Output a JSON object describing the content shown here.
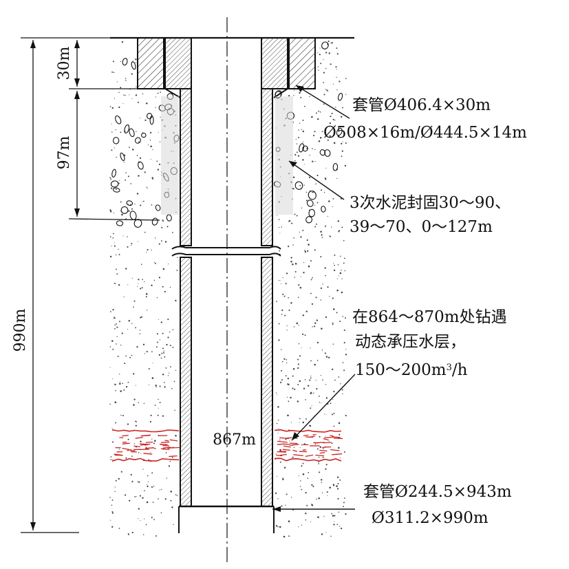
{
  "dimensions": {
    "top_depth": "30m",
    "middle_depth": "97m",
    "total_depth": "990m",
    "inflow_depth": "867m"
  },
  "annotations": {
    "casing_top_line1": "套管Ø406.4×30m",
    "casing_top_line2": "Ø508×16m/Ø444.5×14m",
    "cement_line1": "3次水泥封固30～90、",
    "cement_line2": "39～70、0～127m",
    "aquifer_line1": "在864～870m处钻遇",
    "aquifer_line2": "动态承压水层，",
    "aquifer_line3_prefix": "150～200m",
    "aquifer_line3_sup": "3",
    "aquifer_line3_suffix": "/h",
    "casing_bottom_line1": "套管Ø244.5×943m",
    "casing_bottom_line2": "Ø311.2×990m"
  },
  "colors": {
    "line": "#111111",
    "aquifer": "#cc2222",
    "cement_stipple": "#8a8a8a"
  }
}
